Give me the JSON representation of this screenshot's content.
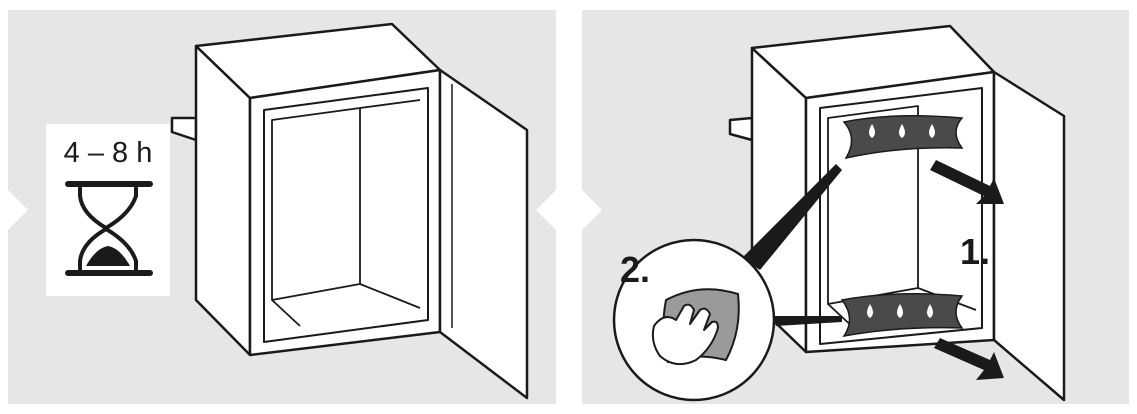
{
  "panels": [
    {
      "id": "wait",
      "duration_label": "4 – 8 h",
      "icon": "hourglass-icon"
    },
    {
      "id": "clean",
      "step_1_label": "1.",
      "step_2_label": "2.",
      "icons": [
        "water-drop-icon",
        "arrow-icon",
        "cloth-wiping-hand-icon"
      ]
    }
  ],
  "colors": {
    "panel_background": "#e6e6e6",
    "line": "#1a1a1a",
    "ice_band": "#4a4a4a",
    "cloth": "#9a9a9a",
    "appliance_fill": "#ffffff"
  }
}
